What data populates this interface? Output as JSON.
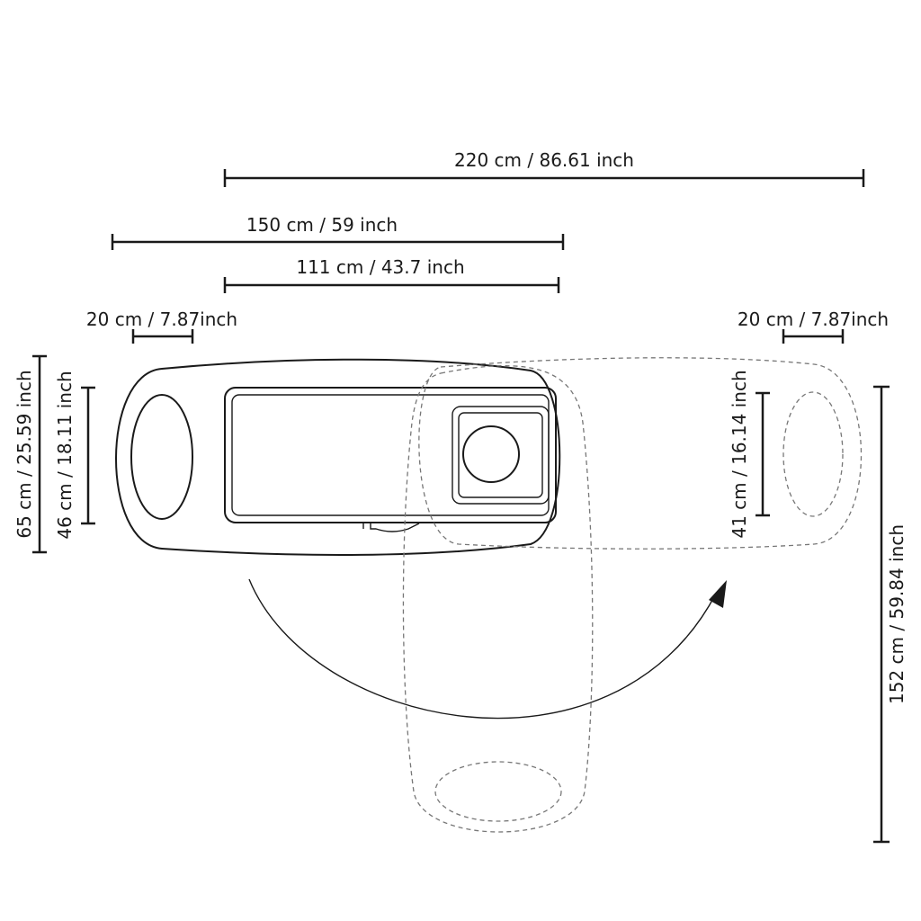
{
  "dimensions": {
    "total_length": "220 cm / 86.61 inch",
    "table_length": "150 cm / 59 inch",
    "tray_length": "111 cm / 43.7 inch",
    "cutout_width_left": "20 cm / 7.87inch",
    "cutout_width_right": "20 cm / 7.87inch",
    "table_depth": "65 cm / 25.59 inch",
    "cutout_height_left": "46 cm / 18.11 inch",
    "cutout_height_right": "41 cm / 16.14 inch",
    "rotated_length": "152 cm / 59.84 inch"
  }
}
